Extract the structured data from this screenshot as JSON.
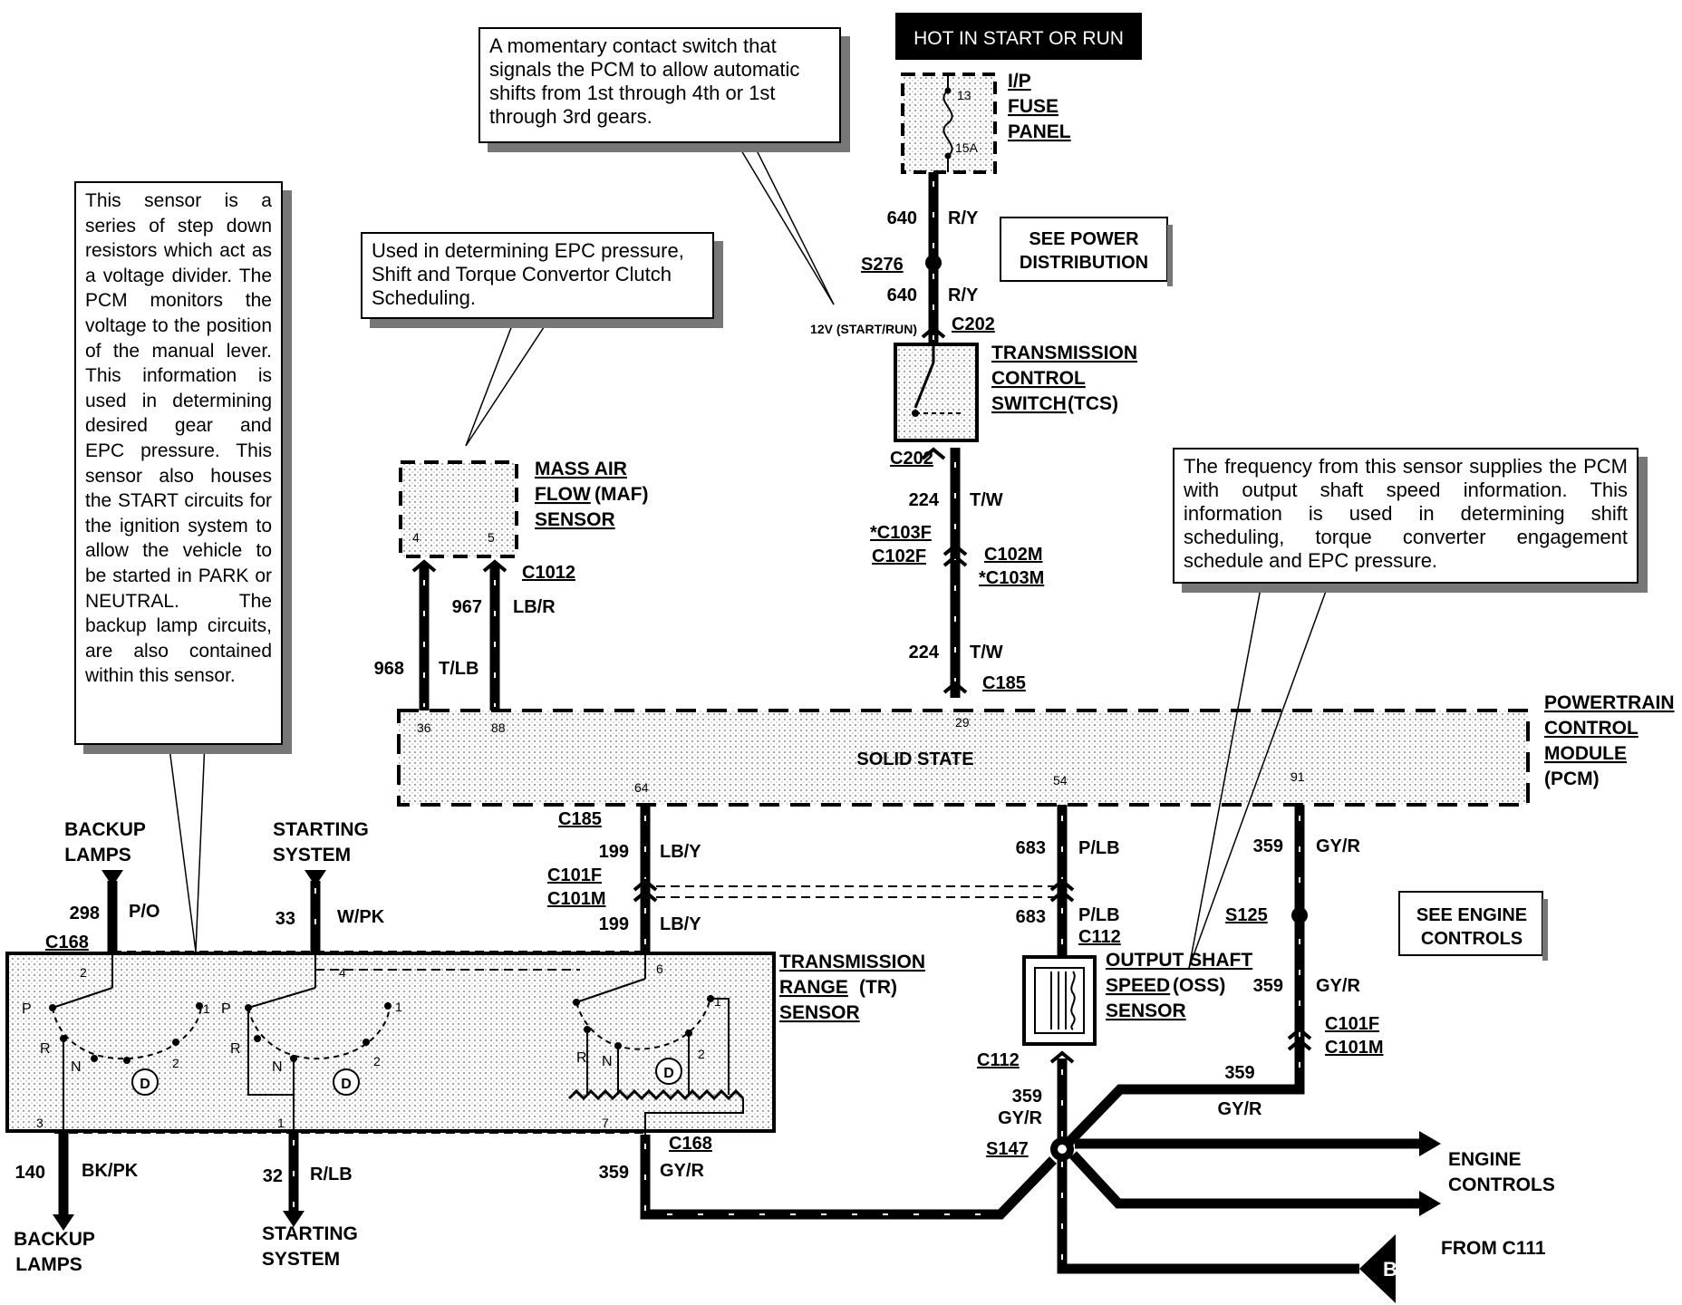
{
  "header": {
    "hot": "HOT IN START OR RUN"
  },
  "fuse": {
    "label_l1": "I/P",
    "label_l2": "FUSE",
    "label_l3": "PANEL",
    "pos": "13",
    "rating": "15A"
  },
  "see_power": {
    "l1": "SEE POWER",
    "l2": "DISTRIBUTION"
  },
  "see_engine": {
    "l1": "SEE ENGINE",
    "l2": "CONTROLS"
  },
  "callouts": {
    "tcs": "A momentary contact switch that signals the PCM to allow automatic shifts from 1st through 4th or 1st through 3rd gears.",
    "maf": "Used in determining EPC pressure, Shift and Torque Convertor Clutch Scheduling.",
    "tr": "This sensor is a series of step down resistors which act as a voltage divider. The PCM monitors the voltage to the position of the manual lever. This information is used in determining desired gear and EPC pressure. This sensor also houses the START circuits for the ignition system to allow the vehicle to be started in PARK or NEUTRAL. The backup lamp circuits, are also contained within this sensor.",
    "oss": "The frequency from this sensor supplies the PCM with output shaft speed information. This information is used in determining shift scheduling, torque converter engagement schedule and EPC pressure."
  },
  "components": {
    "tcs": {
      "l1": "TRANSMISSION",
      "l2": "CONTROL",
      "l3a": "SWITCH",
      "l3b": "(TCS)"
    },
    "maf": {
      "l1": "MASS AIR",
      "l2a": "FLOW",
      "l2b": "(MAF)",
      "l3": "SENSOR",
      "pin4": "4",
      "pin5": "5"
    },
    "pcm": {
      "l1": "POWERTRAIN",
      "l2": "CONTROL",
      "l3": "MODULE",
      "l4": "(PCM)",
      "state": "SOLID STATE",
      "pins": {
        "p36": "36",
        "p88": "88",
        "p29": "29",
        "p64": "64",
        "p54": "54",
        "p91": "91"
      }
    },
    "tr": {
      "l1": "TRANSMISSION",
      "l2a": "RANGE",
      "l2b": "(TR)",
      "l3": "SENSOR",
      "pins": {
        "p1": "1",
        "p2": "2",
        "p3": "3",
        "p4": "4",
        "p6": "6",
        "p7": "7"
      },
      "pos": {
        "P": "P",
        "R": "R",
        "N": "N",
        "D": "D",
        "one": "1",
        "two": "2"
      }
    },
    "oss": {
      "l1": "OUTPUT SHAFT",
      "l2a": "SPEED",
      "l2b": "(OSS)",
      "l3": "SENSOR"
    }
  },
  "wires": {
    "w640a": {
      "num": "640",
      "color": "R/Y"
    },
    "w640b": {
      "num": "640",
      "color": "R/Y"
    },
    "w224a": {
      "num": "224",
      "color": "T/W"
    },
    "w224b": {
      "num": "224",
      "color": "T/W"
    },
    "w967": {
      "num": "967",
      "color": "LB/R"
    },
    "w968": {
      "num": "968",
      "color": "T/LB"
    },
    "w199a": {
      "num": "199",
      "color": "LB/Y"
    },
    "w199b": {
      "num": "199",
      "color": "LB/Y"
    },
    "w683a": {
      "num": "683",
      "color": "P/LB"
    },
    "w683b": {
      "num": "683",
      "color": "P/LB"
    },
    "w359a": {
      "num": "359",
      "color": "GY/R"
    },
    "w359b": {
      "num": "359",
      "color": "GY/R"
    },
    "w359c": {
      "num": "359",
      "color": "GY/R"
    },
    "w359d": {
      "num": "359",
      "color": "GY/R"
    },
    "w359e": {
      "num": "359",
      "color": "GY/R"
    },
    "w298": {
      "num": "298",
      "color": "P/O"
    },
    "w33": {
      "num": "33",
      "color": "W/PK"
    },
    "w140": {
      "num": "140",
      "color": "BK/PK"
    },
    "w32": {
      "num": "32",
      "color": "R/LB"
    }
  },
  "connectors": {
    "s276": "S276",
    "c202a": "C202",
    "c202b": "C202",
    "v12": "12V (START/RUN)",
    "c103f": "*C103F",
    "c102f": "C102F",
    "c102m": "C102M",
    "c103m": "*C103M",
    "c1012": "C1012",
    "c185a": "C185",
    "c185b": "C185",
    "c101f_a": "C101F",
    "c101m_a": "C101M",
    "c101f_b": "C101F",
    "c101m_b": "C101M",
    "c112a": "C112",
    "c112b": "C112",
    "s125": "S125",
    "s147": "S147",
    "c168a": "C168",
    "c168b": "C168"
  },
  "ends": {
    "backup_top_l1": "BACKUP",
    "backup_top_l2": "LAMPS",
    "start_top_l1": "STARTING",
    "start_top_l2": "SYSTEM",
    "backup_bot_l1": "BACKUP",
    "backup_bot_l2": "LAMPS",
    "start_bot_l1": "STARTING",
    "start_bot_l2": "SYSTEM",
    "engine_l1": "ENGINE",
    "engine_l2": "CONTROLS",
    "from_c111": "FROM C111",
    "b": "B"
  }
}
